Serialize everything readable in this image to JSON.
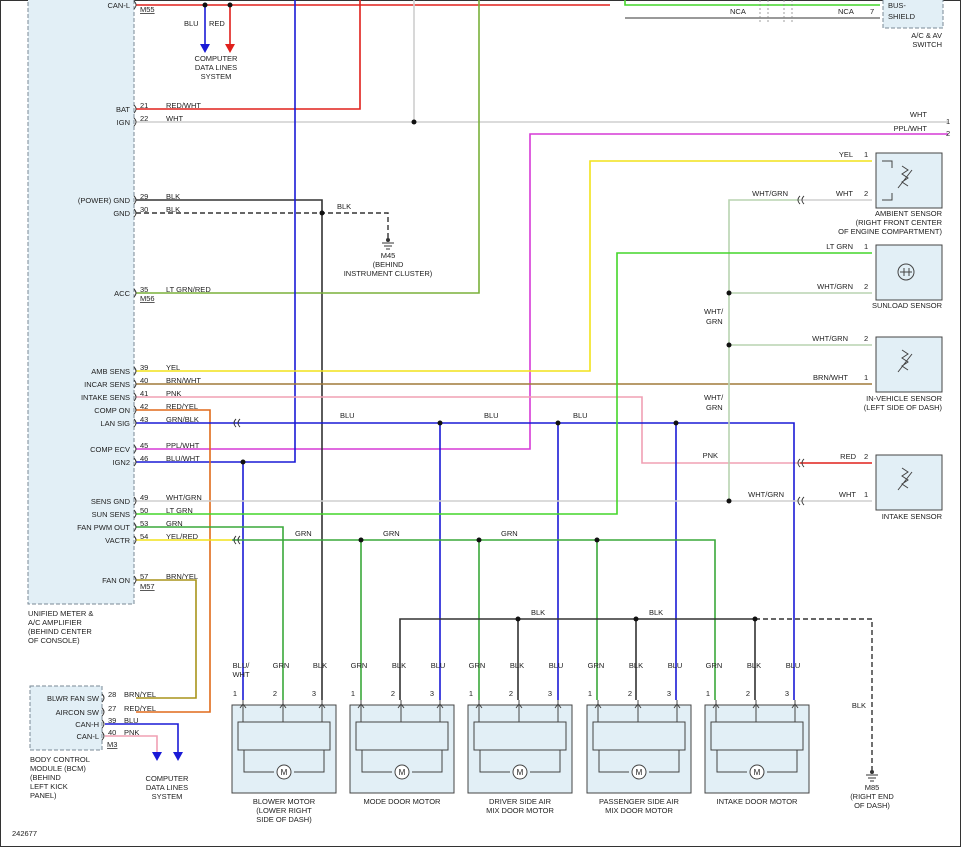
{
  "figure_id": "242677",
  "amp": {
    "name": [
      "UNIFIED METER &",
      "A/C AMPLIFIER",
      "(BEHIND CENTER",
      "OF CONSOLE)"
    ],
    "connectors": [
      "M55",
      "M56",
      "M57"
    ],
    "pins": [
      {
        "label": "CAN-L",
        "num": ""
      },
      {
        "label": "BAT",
        "num": "21",
        "wire": "RED/WHT"
      },
      {
        "label": "IGN",
        "num": "22",
        "wire": "WHT"
      },
      {
        "label": "(POWER) GND",
        "num": "29",
        "wire": "BLK"
      },
      {
        "label": "GND",
        "num": "30",
        "wire": "BLK"
      },
      {
        "label": "ACC",
        "num": "35",
        "wire": "LT GRN/RED"
      },
      {
        "label": "AMB SENS",
        "num": "39",
        "wire": "YEL"
      },
      {
        "label": "INCAR SENS",
        "num": "40",
        "wire": "BRN/WHT"
      },
      {
        "label": "INTAKE SENS",
        "num": "41",
        "wire": "PNK"
      },
      {
        "label": "COMP ON",
        "num": "42",
        "wire": "RED/YEL"
      },
      {
        "label": "LAN SIG",
        "num": "43",
        "wire": "GRN/BLK"
      },
      {
        "label": "COMP ECV",
        "num": "45",
        "wire": "PPL/WHT"
      },
      {
        "label": "IGN2",
        "num": "46",
        "wire": "BLU/WHT"
      },
      {
        "label": "SENS GND",
        "num": "49",
        "wire": "WHT/GRN"
      },
      {
        "label": "SUN SENS",
        "num": "50",
        "wire": "LT GRN"
      },
      {
        "label": "FAN PWM OUT",
        "num": "53",
        "wire": "GRN"
      },
      {
        "label": "VACTR",
        "num": "54",
        "wire": "YEL/RED"
      },
      {
        "label": "FAN ON",
        "num": "57",
        "wire": "BRN/YEL"
      }
    ]
  },
  "bcm": {
    "name": [
      "BODY CONTROL",
      "MODULE (BCM)",
      "(BEHIND",
      "LEFT KICK",
      "PANEL)"
    ],
    "connector": "M3",
    "pins": [
      {
        "label": "BLWR FAN SW",
        "num": "28",
        "wire": "BRN/YEL"
      },
      {
        "label": "AIRCON SW",
        "num": "27",
        "wire": "RED/YEL"
      },
      {
        "label": "CAN-H",
        "num": "39",
        "wire": "BLU"
      },
      {
        "label": "CAN-L",
        "num": "40",
        "wire": "PNK"
      }
    ]
  },
  "cdl_top": {
    "label": [
      "COMPUTER",
      "DATA LINES",
      "SYSTEM"
    ],
    "wires": [
      "BLU",
      "RED"
    ]
  },
  "cdl_bottom": {
    "label": [
      "COMPUTER",
      "DATA LINES",
      "SYSTEM"
    ]
  },
  "ground_m45": {
    "id": "M45",
    "loc": [
      "(BEHIND",
      "INSTRUMENT CLUSTER)"
    ],
    "wire": "BLK"
  },
  "ground_m85": {
    "id": "M85",
    "loc": [
      "(RIGHT END",
      "OF DASH)"
    ],
    "wire": "BLK"
  },
  "switch": {
    "name": [
      "A/C & AV",
      "SWITCH"
    ],
    "pins": [
      "BUS-",
      "SHIELD"
    ],
    "nca": "NCA",
    "pin7": "7"
  },
  "right_pins": {
    "wht": "WHT",
    "wht_num": "1",
    "ppl": "PPL/WHT",
    "ppl_num": "2"
  },
  "ambient": {
    "name": [
      "AMBIENT SENSOR",
      "(RIGHT FRONT CENTER",
      "OF ENGINE COMPARTMENT)"
    ],
    "w1": "YEL",
    "p1": "1",
    "w2": "WHT",
    "p2": "2",
    "feed": "WHT/GRN"
  },
  "sunload": {
    "name": [
      "SUNLOAD SENSOR"
    ],
    "w1": "LT GRN",
    "p1": "1",
    "w2": "WHT/GRN",
    "p2": "2"
  },
  "invehicle": {
    "name": [
      "IN-VEHICLE SENSOR",
      "(LEFT SIDE OF DASH)"
    ],
    "w1": "WHT/GRN",
    "p1": "2",
    "w2": "BRN/WHT",
    "p2": "1"
  },
  "intake_sensor": {
    "name": [
      "INTAKE SENSOR"
    ],
    "w1": "RED",
    "p1": "2",
    "w2": "WHT",
    "p2": "1",
    "pnk": "PNK",
    "feed": "WHT/GRN"
  },
  "vertical_whtgrn": [
    "WHT/",
    "GRN"
  ],
  "bus_labels": {
    "blu": "BLU",
    "grn": "GRN",
    "blk": "BLK"
  },
  "motors": [
    {
      "name": [
        "BLOWER MOTOR",
        "(LOWER RIGHT",
        "SIDE OF DASH)"
      ],
      "wires": [
        "BLU/ WHT",
        "GRN",
        "BLK"
      ]
    },
    {
      "name": [
        "MODE DOOR MOTOR"
      ],
      "wires": [
        "GRN",
        "BLK",
        "BLU"
      ]
    },
    {
      "name": [
        "DRIVER SIDE AIR",
        "MIX DOOR MOTOR"
      ],
      "wires": [
        "GRN",
        "BLK",
        "BLU"
      ]
    },
    {
      "name": [
        "PASSENGER SIDE AIR",
        "MIX DOOR MOTOR"
      ],
      "wires": [
        "GRN",
        "BLK",
        "BLU"
      ]
    },
    {
      "name": [
        "INTAKE DOOR MOTOR"
      ],
      "wires": [
        "GRN",
        "BLK",
        "BLU"
      ]
    }
  ],
  "motor_pins": [
    "1",
    "2",
    "3"
  ],
  "motor_symbol": "M",
  "colors": {
    "red": "#e0201c",
    "blu": "#1a1ad6",
    "blk": "#333333",
    "wht": "#cfcfcf",
    "grn": "#3aa83a",
    "ltgrn": "#44d62a",
    "yel": "#f2e21a",
    "ppl": "#d63ad6",
    "brn": "#a07a3a",
    "pnk": "#f0a0b4",
    "ltgrnred": "#7ab03a",
    "brnyel": "#a8941a",
    "redyel": "#e06a1a"
  }
}
